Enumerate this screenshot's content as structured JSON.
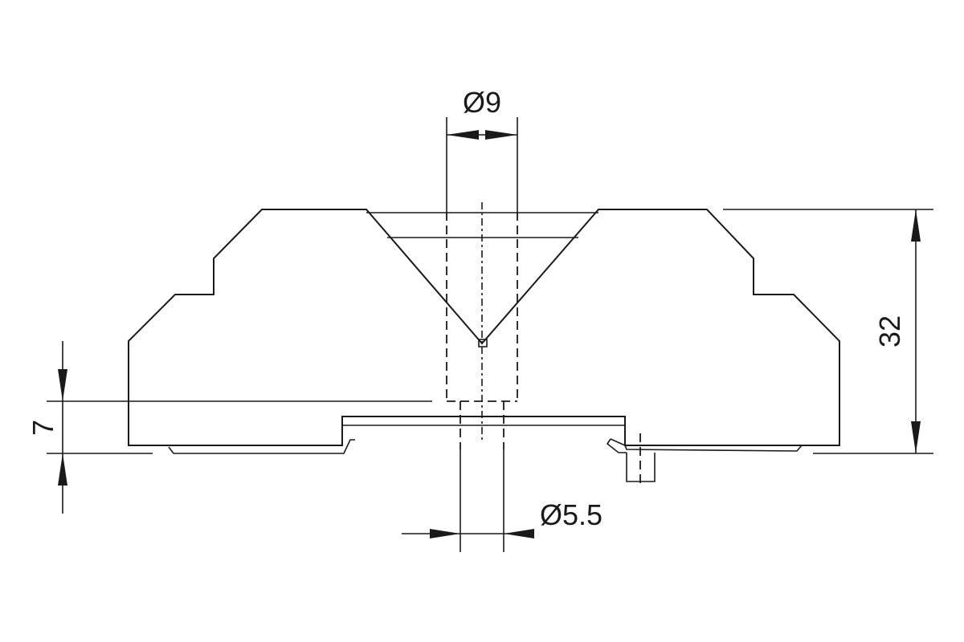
{
  "dimensions": {
    "top_bore_diameter": "Ø9",
    "through_hole_diameter": "Ø5.5",
    "overall_height": "32",
    "base_height": "7"
  }
}
